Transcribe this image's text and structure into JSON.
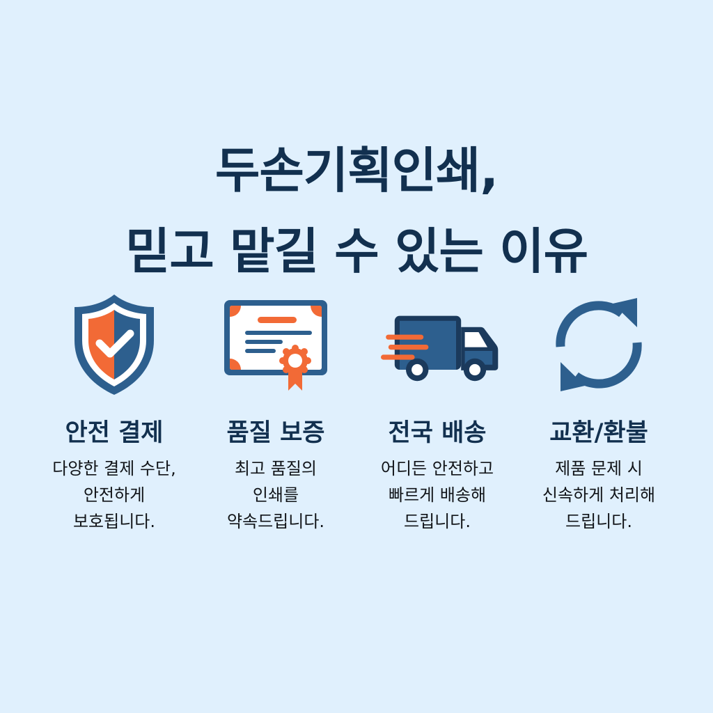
{
  "colors": {
    "background": "#E0F0FD",
    "title": "#12304F",
    "icon_blue": "#2D5F8E",
    "icon_navy": "#1B3A5C",
    "icon_orange": "#F26A36",
    "white": "#FFFFFF"
  },
  "header": {
    "title_lines": [
      "두손기획인쇄,",
      "믿고 맡길 수 있는 이유"
    ]
  },
  "features": [
    {
      "icon": "shield-check-icon",
      "title": "안전 결제",
      "desc_lines": [
        "다양한 결제 수단,",
        "안전하게",
        "보호됩니다."
      ]
    },
    {
      "icon": "certificate-icon",
      "title": "품질 보증",
      "desc_lines": [
        "최고 품질의",
        "인쇄를",
        "약속드립니다."
      ]
    },
    {
      "icon": "delivery-truck-icon",
      "title": "전국 배송",
      "desc_lines": [
        "어디든 안전하고",
        "빠르게 배송해",
        "드립니다."
      ]
    },
    {
      "icon": "refresh-arrows-icon",
      "title": "교환/환불",
      "desc_lines": [
        "제품 문제 시",
        "신속하게 처리해",
        "드립니다."
      ]
    }
  ]
}
